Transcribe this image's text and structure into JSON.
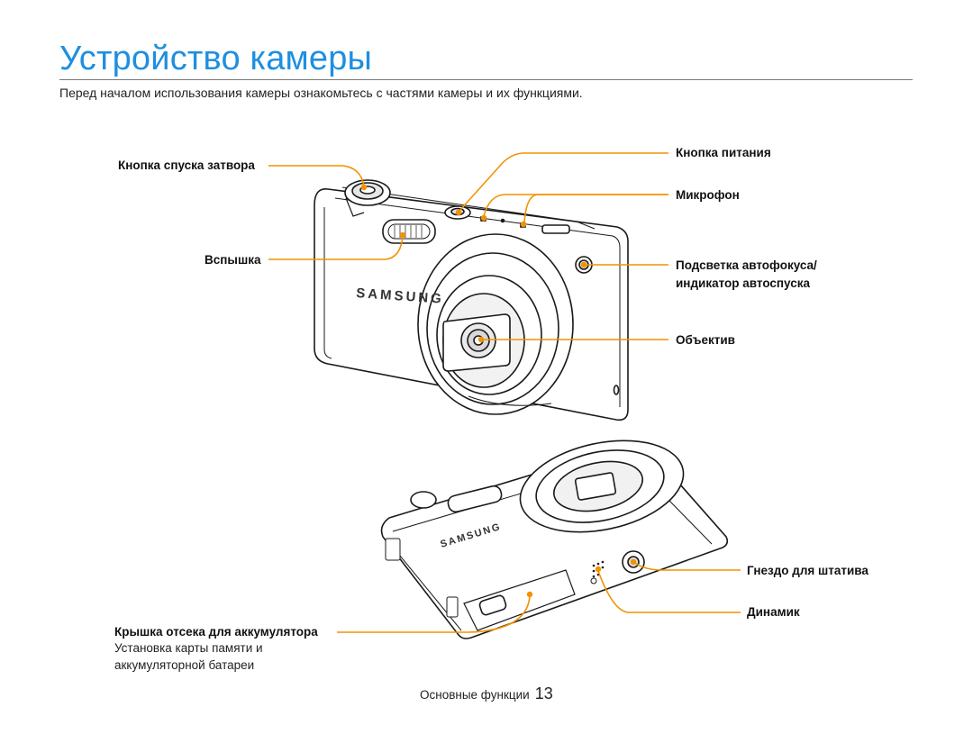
{
  "title": "Устройство камеры",
  "intro": "Перед началом использования камеры ознакомьтесь с частями камеры и их функциями.",
  "brand_front": "SAMSUNG",
  "brand_bottom": "SAMSUNG",
  "labels": {
    "shutter": "Кнопка спуска затвора",
    "flash": "Вспышка",
    "power": "Кнопка питания",
    "mic": "Микрофон",
    "af_lamp_line1": "Подсветка автофокуса/",
    "af_lamp_line2": "индикатор автоспуска",
    "lens": "Объектив",
    "tripod": "Гнездо для штатива",
    "speaker": "Динамик",
    "battery_cover": "Крышка отсека для аккумулятора",
    "battery_note_line1": "Установка карты памяти и",
    "battery_note_line2": "аккумуляторной батареи"
  },
  "footer": {
    "section": "Основные функции",
    "page": "13"
  },
  "colors": {
    "title": "#1e8fe0",
    "callout": "#f39200",
    "outline": "#1a1a1a"
  }
}
